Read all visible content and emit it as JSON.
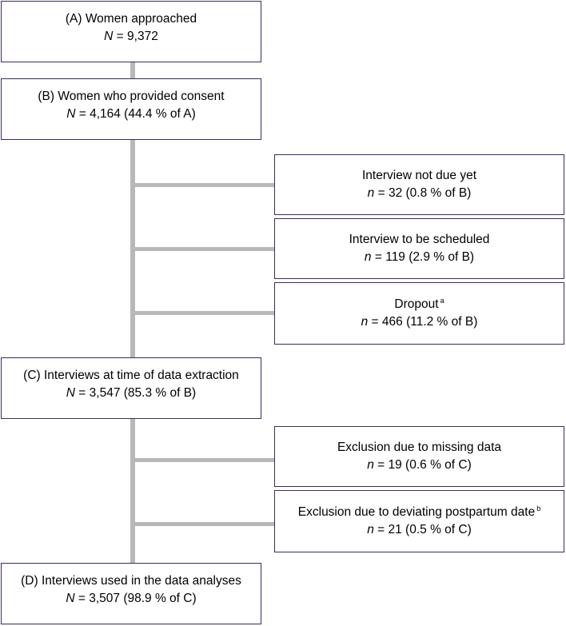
{
  "boxes": {
    "a": {
      "label": "(A) Women approached",
      "var": "N",
      "value": "= 9,372"
    },
    "b": {
      "label": "(B) Women who provided consent",
      "var": "N",
      "value": "= 4,164 (44.4 % of A)"
    },
    "not_due": {
      "label": "Interview not due yet",
      "var": "n",
      "value": "= 32 (0.8 % of B)"
    },
    "to_schedule": {
      "label": "Interview to be scheduled",
      "var": "n",
      "value": "= 119 (2.9 % of B)"
    },
    "dropout": {
      "label": "Dropout",
      "sup": "a",
      "var": "n",
      "value": "= 466 (11.2 % of B)"
    },
    "c": {
      "label": "(C) Interviews at time of data extraction",
      "var": "N",
      "value": "= 3,547 (85.3 % of B)"
    },
    "missing": {
      "label": "Exclusion due to missing data",
      "var": "n",
      "value": "= 19 (0.6 % of C)"
    },
    "deviating": {
      "label": "Exclusion due to deviating postpartum date",
      "sup": "b",
      "var": "n",
      "value": "= 21 (0.5 % of C)"
    },
    "d": {
      "label": "(D) Interviews used in the data analyses",
      "var": "N",
      "value": "= 3,507 (98.9 % of C)"
    }
  },
  "colors": {
    "border": "#3f2a5c",
    "connector": "#b8b8b8"
  }
}
